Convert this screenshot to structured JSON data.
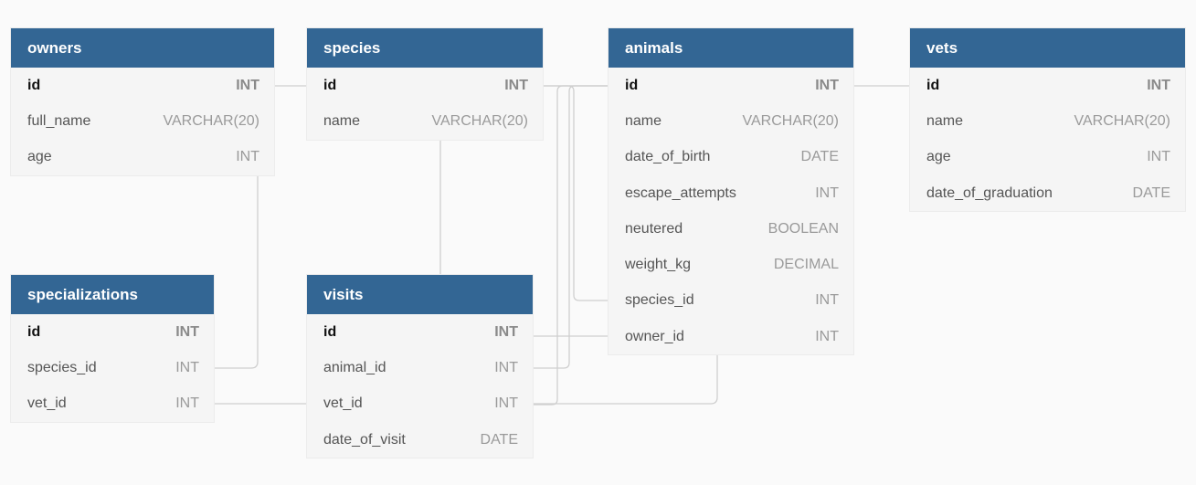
{
  "colors": {
    "header_bg": "#336694",
    "header_text": "#ffffff",
    "table_bg": "#f5f5f5",
    "connector": "#cfcfcf",
    "background": "#fafafa"
  },
  "tables": {
    "owners": {
      "name": "owners",
      "columns": [
        {
          "name": "id",
          "type": "INT",
          "pk": true
        },
        {
          "name": "full_name",
          "type": "VARCHAR(20)"
        },
        {
          "name": "age",
          "type": "INT"
        }
      ]
    },
    "species": {
      "name": "species",
      "columns": [
        {
          "name": "id",
          "type": "INT",
          "pk": true
        },
        {
          "name": "name",
          "type": "VARCHAR(20)"
        }
      ]
    },
    "animals": {
      "name": "animals",
      "columns": [
        {
          "name": "id",
          "type": "INT",
          "pk": true
        },
        {
          "name": "name",
          "type": "VARCHAR(20)"
        },
        {
          "name": "date_of_birth",
          "type": "DATE"
        },
        {
          "name": "escape_attempts",
          "type": "INT"
        },
        {
          "name": "neutered",
          "type": "BOOLEAN"
        },
        {
          "name": "weight_kg",
          "type": "DECIMAL"
        },
        {
          "name": "species_id",
          "type": "INT"
        },
        {
          "name": "owner_id",
          "type": "INT"
        }
      ]
    },
    "vets": {
      "name": "vets",
      "columns": [
        {
          "name": "id",
          "type": "INT",
          "pk": true
        },
        {
          "name": "name",
          "type": "VARCHAR(20)"
        },
        {
          "name": "age",
          "type": "INT"
        },
        {
          "name": "date_of_graduation",
          "type": "DATE"
        }
      ]
    },
    "specializations": {
      "name": "specializations",
      "columns": [
        {
          "name": "id",
          "type": "INT",
          "pk": true
        },
        {
          "name": "species_id",
          "type": "INT"
        },
        {
          "name": "vet_id",
          "type": "INT"
        }
      ]
    },
    "visits": {
      "name": "visits",
      "columns": [
        {
          "name": "id",
          "type": "INT",
          "pk": true
        },
        {
          "name": "animal_id",
          "type": "INT"
        },
        {
          "name": "vet_id",
          "type": "INT"
        },
        {
          "name": "date_of_visit",
          "type": "DATE"
        }
      ]
    }
  },
  "relationships": [
    {
      "from": "owners.id",
      "to": "animals.owner_id"
    },
    {
      "from": "species.id",
      "to": "animals.species_id"
    },
    {
      "from": "species.id",
      "to": "visits"
    },
    {
      "from": "animals.id",
      "to": "visits.animal_id"
    },
    {
      "from": "animals.id",
      "to": "vets.id"
    },
    {
      "from": "vets.id",
      "to": "visits.vet_id"
    },
    {
      "from": "vets.id",
      "to": "specializations.vet_id"
    },
    {
      "from": "species.id",
      "to": "specializations.species_id"
    }
  ]
}
